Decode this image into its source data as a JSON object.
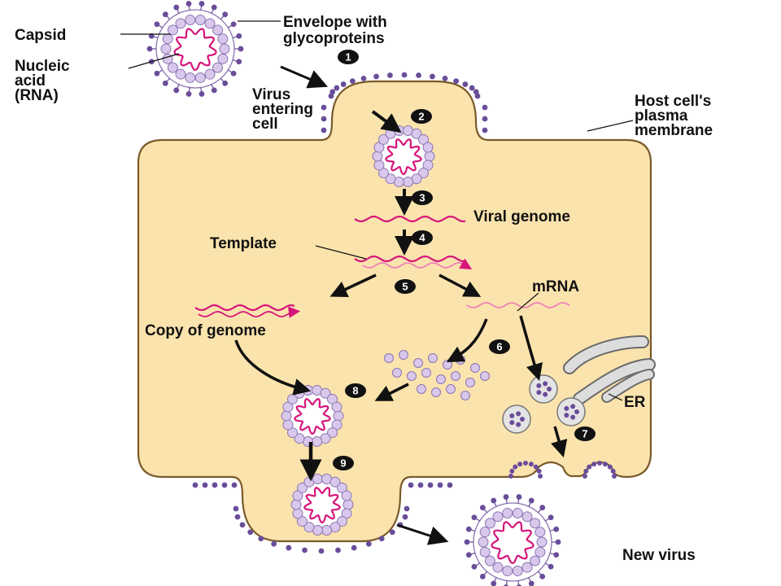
{
  "labels": {
    "capsid": "Capsid",
    "envelope_line1": "Envelope with",
    "envelope_line2": "glycoproteins",
    "nucleic_line1": "Nucleic",
    "nucleic_line2": "acid",
    "nucleic_line3": "(RNA)",
    "virus_entering_line1": "Virus",
    "virus_entering_line2": "entering",
    "virus_entering_line3": "cell",
    "host_line1": "Host cell's",
    "host_line2": "plasma",
    "host_line3": "membrane",
    "viral_genome": "Viral genome",
    "template": "Template",
    "mrna": "mRNA",
    "copy_of_genome": "Copy of genome",
    "er": "ER",
    "new_virus": "New virus"
  },
  "steps": [
    "1",
    "2",
    "3",
    "4",
    "5",
    "6",
    "7",
    "8",
    "9"
  ],
  "colors": {
    "cytoplasm": "#fbe3ad",
    "membrane": "#7a5a2a",
    "capsid_fill": "#d9c8ec",
    "capsid_stroke": "#8a74b0",
    "glycoprotein": "#6a4d9a",
    "rna": "#d6157a",
    "er_fill": "#d9d9d9",
    "arrow": "#111111"
  }
}
